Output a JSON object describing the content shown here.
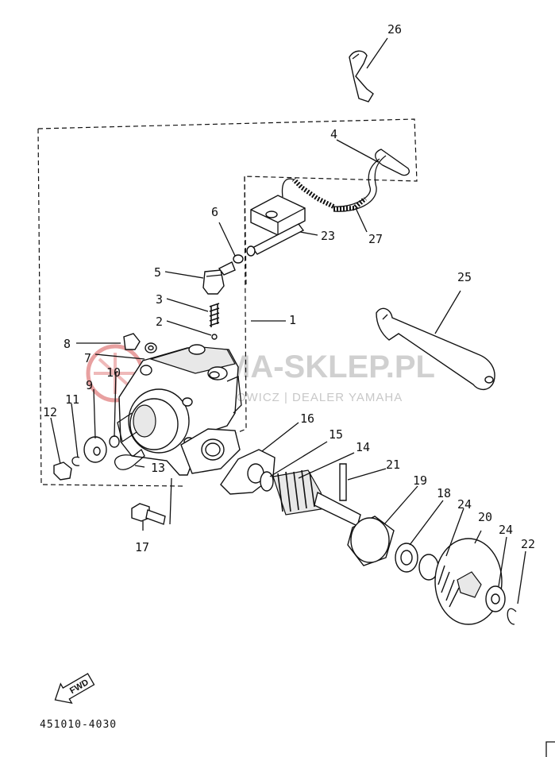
{
  "diagram": {
    "part_numbers": [
      "1",
      "2",
      "3",
      "4",
      "5",
      "6",
      "7",
      "8",
      "9",
      "10",
      "11",
      "12",
      "13",
      "14",
      "15",
      "16",
      "17",
      "18",
      "19",
      "20",
      "21",
      "22",
      "23",
      "24",
      "24",
      "25",
      "26",
      "27"
    ],
    "drawing_code": "451010-4030",
    "direction_arrow": "FWD",
    "watermark": {
      "brand": "MA-SKLEP.PL",
      "subtitle": "HOWICZ | DEALER YAMAHA",
      "logo_color": "#e8a0a0"
    },
    "line_color": "#111111"
  }
}
